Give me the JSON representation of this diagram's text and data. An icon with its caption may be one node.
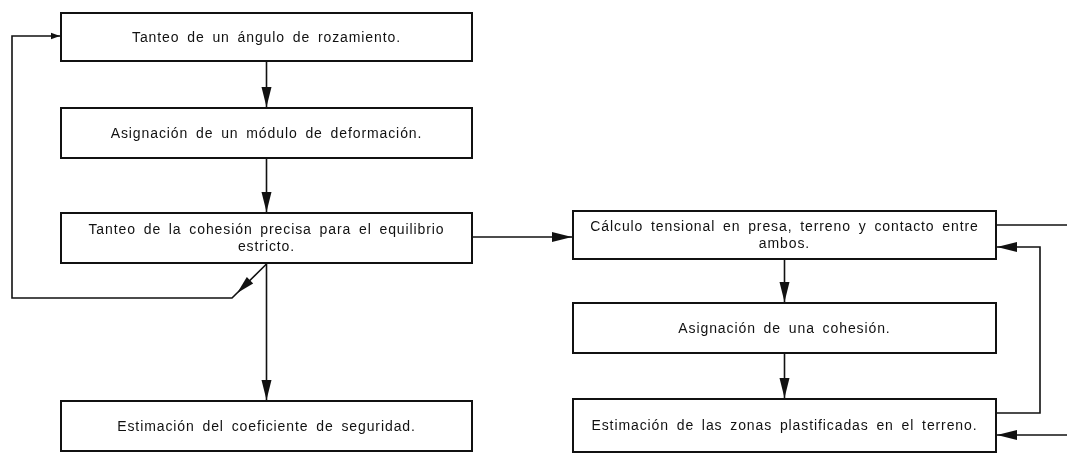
{
  "diagram": {
    "nodes": [
      {
        "text": [
          "Tanteo de un ángulo de rozamiento."
        ]
      },
      {
        "text": [
          "Asignación de un módulo de deformación."
        ]
      },
      {
        "text": [
          "Tanteo de la cohesión precisa para el equilibrio estricto."
        ]
      },
      {
        "text": [
          "Cálculo tensional en presa, terreno y contacto entre ambos."
        ]
      },
      {
        "text": [
          "Asignación de una cohesión."
        ]
      },
      {
        "text": [
          "Estimación del coeficiente de seguridad."
        ]
      },
      {
        "text": [
          "Estimación de las zonas plastificadas en el terreno."
        ]
      }
    ],
    "edges": [
      {
        "from": 0,
        "to": 1,
        "arrow": "to"
      },
      {
        "from": 1,
        "to": 2,
        "arrow": "to"
      },
      {
        "from": 2,
        "to": 0,
        "arrow": "to"
      },
      {
        "from": 2,
        "to": 5,
        "arrow": "to"
      },
      {
        "from": 2,
        "to": 3,
        "arrow": "to"
      },
      {
        "from": 3,
        "to": 4,
        "arrow": "to"
      },
      {
        "from": 4,
        "to": 6,
        "arrow": "to"
      },
      {
        "from": 6,
        "to": 3,
        "arrow": "to"
      },
      {
        "from": 3,
        "to": null,
        "arrow": "none"
      },
      {
        "from": null,
        "to": 6,
        "arrow": "to"
      }
    ]
  }
}
